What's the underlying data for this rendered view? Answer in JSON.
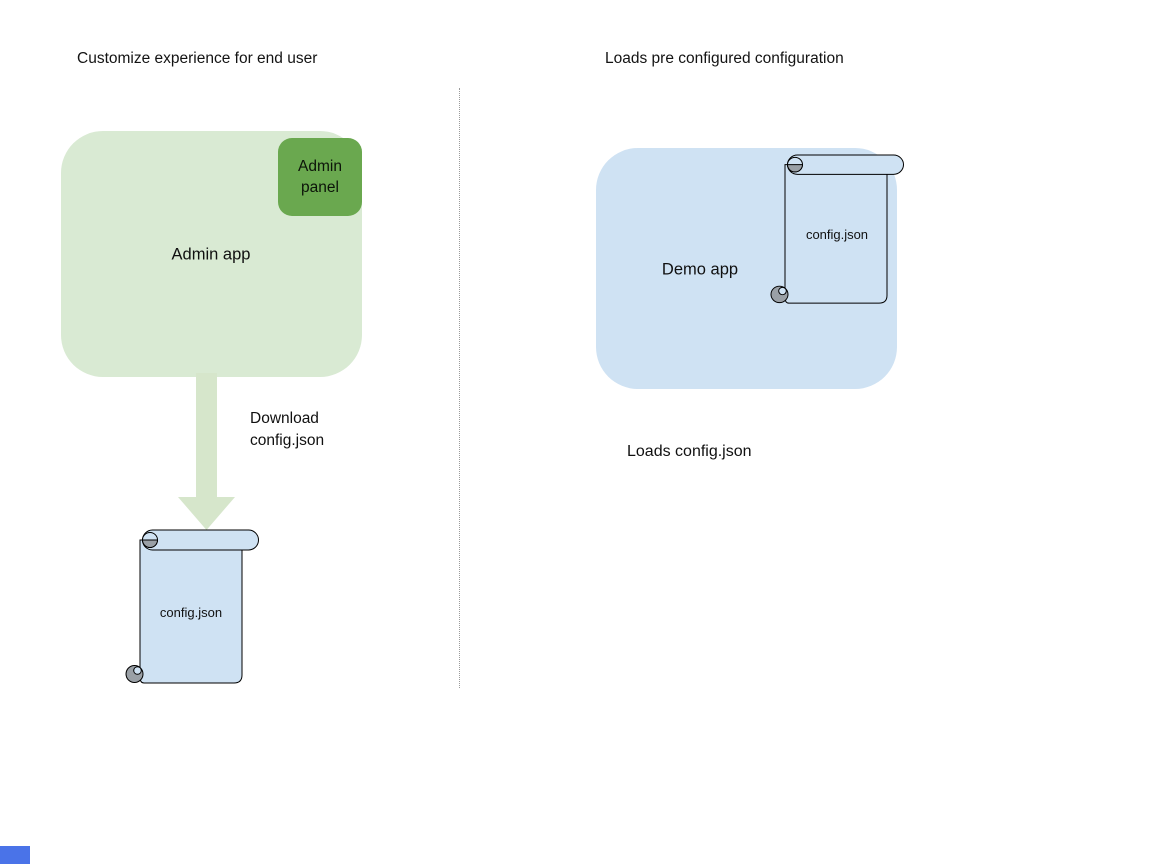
{
  "diagram": {
    "left": {
      "title": "Customize experience for end user",
      "app_label": "Admin app",
      "panel_label": "Admin\npanel",
      "arrow_caption": "Download\nconfig.json",
      "file_label": "config.json"
    },
    "right": {
      "title": "Loads pre configured configuration",
      "app_label": "Demo app",
      "file_label": "config.json",
      "caption": "Loads config.json"
    },
    "colors": {
      "admin_app_fill": "#d9ead3",
      "admin_panel_fill": "#6aa84f",
      "arrow_fill": "#d6e6cb",
      "demo_app_fill": "#cfe2f3",
      "scroll_fill": "#cfe2f3",
      "scroll_outline": "#000000",
      "scroll_curl_gray": "#9aa0a6",
      "divider_gray": "#9a9a9a",
      "corner_bar_blue": "#4a73e8",
      "text": "#111111"
    }
  }
}
